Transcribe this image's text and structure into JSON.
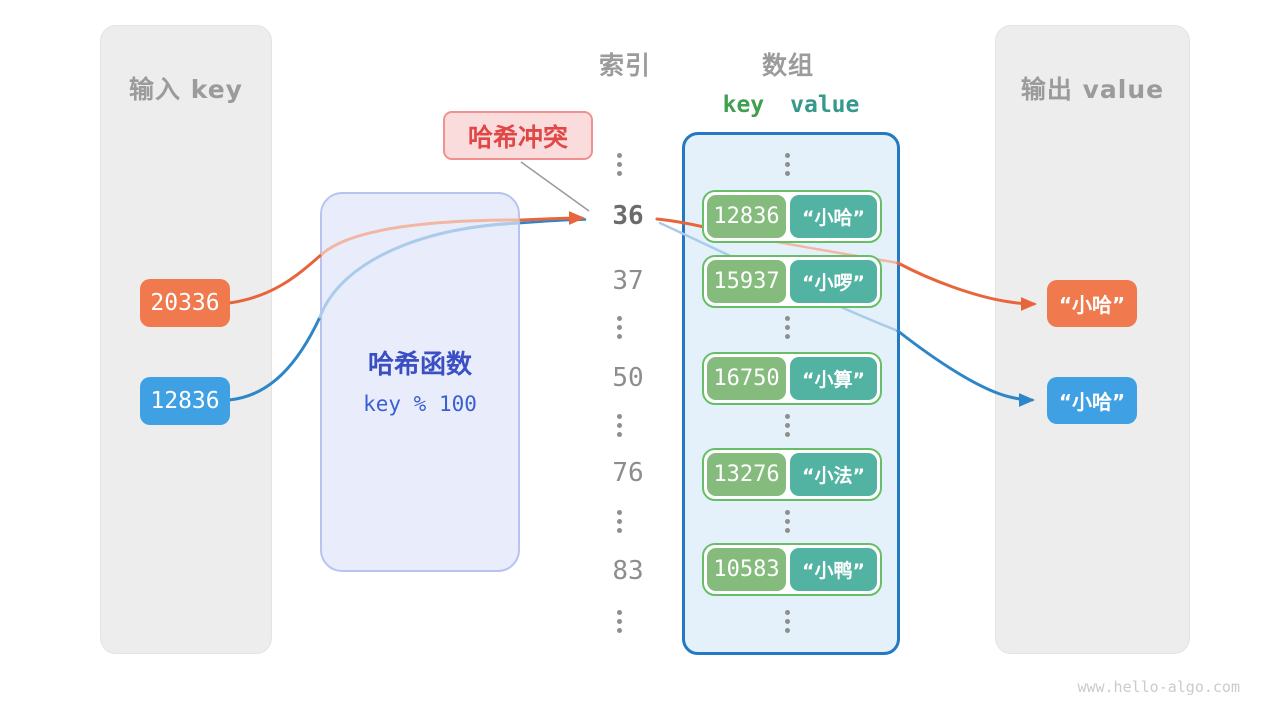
{
  "watermark": "www.hello-algo.com",
  "input_panel": {
    "title": "输入 key",
    "keys": [
      {
        "label": "20336",
        "color": "#f0794e"
      },
      {
        "label": "12836",
        "color": "#3fa1e3"
      }
    ]
  },
  "hash_box": {
    "title": "哈希函数",
    "formula": "key % 100"
  },
  "collision_label": {
    "text": "哈希冲突"
  },
  "index_column": {
    "title": "索引",
    "ellipsis": "⋮",
    "indices": [
      {
        "label": "36",
        "highlight": true
      },
      {
        "label": "37",
        "highlight": false
      },
      {
        "label": "50",
        "highlight": false
      },
      {
        "label": "76",
        "highlight": false
      },
      {
        "label": "83",
        "highlight": false
      }
    ]
  },
  "array_panel": {
    "title": "数组",
    "key_header": "key",
    "value_header": "value",
    "rows": [
      {
        "key": "12836",
        "value": "“小哈”"
      },
      {
        "key": "15937",
        "value": "“小啰”"
      },
      {
        "key": "16750",
        "value": "“小算”"
      },
      {
        "key": "13276",
        "value": "“小法”"
      },
      {
        "key": "10583",
        "value": "“小鸭”"
      }
    ]
  },
  "output_panel": {
    "title": "输出 value",
    "values": [
      {
        "label": "“小哈”",
        "color": "#f0794e"
      },
      {
        "label": "“小哈”",
        "color": "#3fa1e3"
      }
    ]
  },
  "colors": {
    "key_orange": "#f0794e",
    "key_blue": "#3fa1e3",
    "pair_key_green": "#85bb7d",
    "pair_value_teal": "#52b3a3",
    "pair_border_green": "#68be68",
    "array_border_blue": "#2479c2",
    "hash_box_fill": "#e9ecfb",
    "hash_text_blue": "#3a4fc4",
    "collision_red": "#e04848",
    "arrow_orange": "#e8653c",
    "arrow_blue": "#2e86c8"
  }
}
